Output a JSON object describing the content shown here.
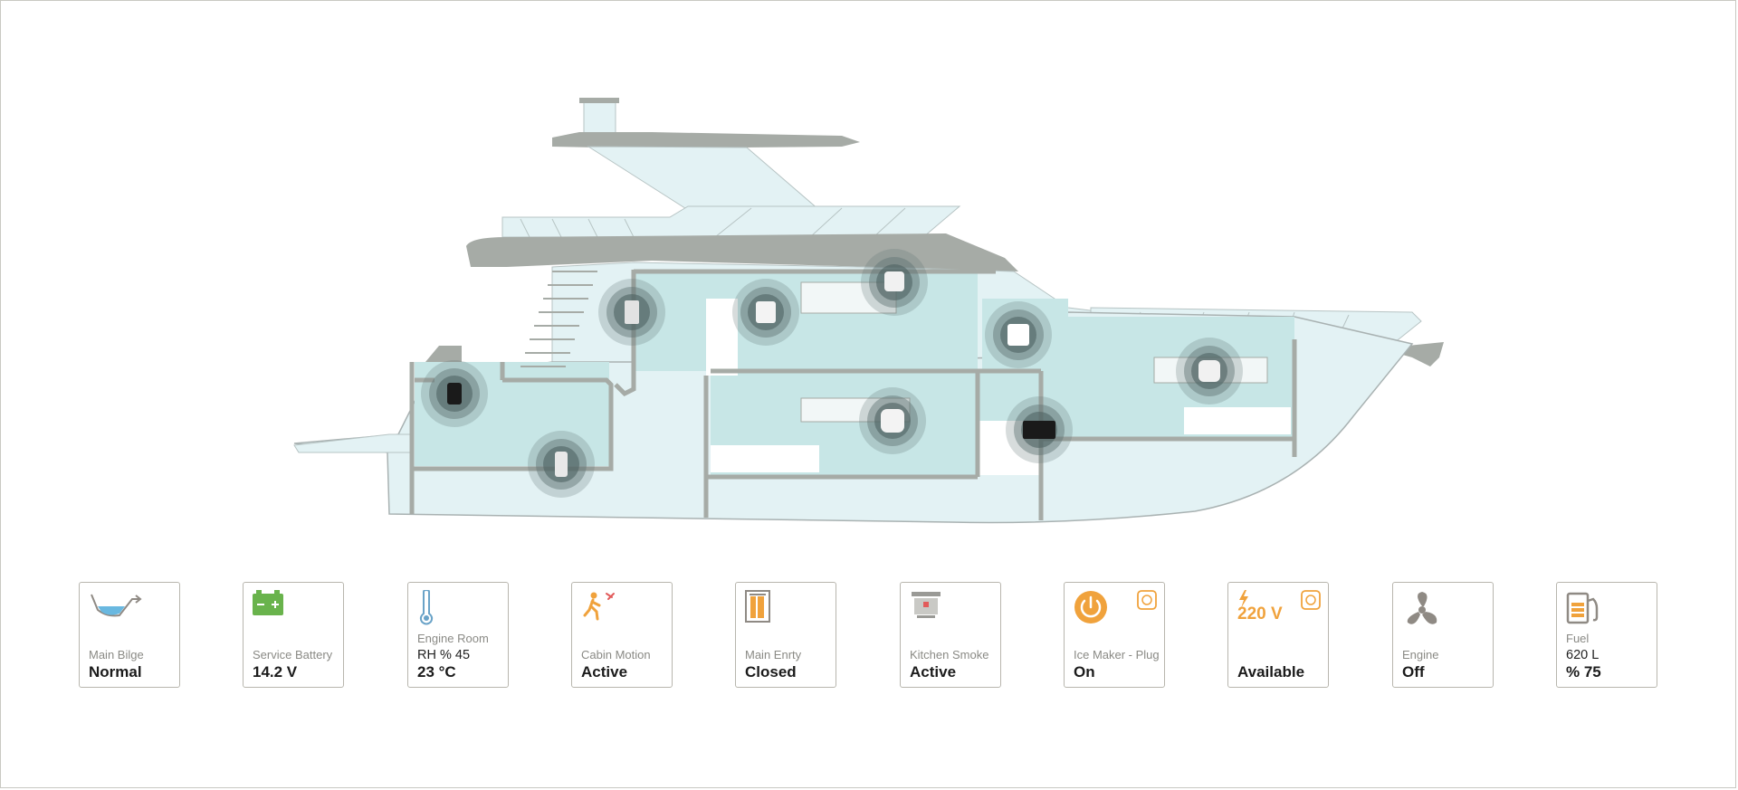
{
  "colors": {
    "hull_fill": "#e3f2f4",
    "room_fill": "#c7e6e6",
    "wall": "#a6aba6",
    "sensor_halo": "#5f7373",
    "accent_orange": "#f0a23c",
    "battery_green": "#69b34c",
    "bilge_blue": "#69b8e0",
    "icon_gray": "#8f8a84",
    "card_border": "#b8b6ae"
  },
  "sensors": [
    {
      "name": "bilge-sensor-device",
      "icon": "phone-device-icon"
    },
    {
      "name": "battery-monitor-device",
      "icon": "phone-device-icon"
    },
    {
      "name": "door-sensor-device",
      "icon": "door-contact-icon"
    },
    {
      "name": "smart-plug-device",
      "icon": "socket-icon"
    },
    {
      "name": "smoke-detector-device",
      "icon": "smoke-detector-icon"
    },
    {
      "name": "motion-sensor-device",
      "icon": "motion-sensor-icon"
    },
    {
      "name": "climate-sensor-device",
      "icon": "humidity-sensor-icon"
    },
    {
      "name": "engine-controller-device",
      "icon": "controller-board-icon"
    },
    {
      "name": "cabin-sensor-device",
      "icon": "ceiling-sensor-icon"
    }
  ],
  "cards": [
    {
      "label": "Main Bilge",
      "value": "Normal",
      "icon": "bilge-icon"
    },
    {
      "label": "Service Battery",
      "value": "14.2 V",
      "icon": "battery-icon"
    },
    {
      "label": "Engine Room",
      "extra": "RH % 45",
      "value": "23 °C",
      "icon": "thermometer-icon"
    },
    {
      "label": "Cabin Motion",
      "value": "Active",
      "icon": "walking-person-icon"
    },
    {
      "label": "Main Enrty",
      "value": "Closed",
      "icon": "door-icon"
    },
    {
      "label": "Kitchen Smoke",
      "value": "Active",
      "icon": "smoke-detector-icon"
    },
    {
      "label": "Ice Maker - Plug",
      "value": "On",
      "icon": "power-icon",
      "badge": "socket-icon"
    },
    {
      "title": "220 V",
      "value": "Available",
      "icon": "bolt-icon",
      "badge": "socket-icon"
    },
    {
      "label": "Engine",
      "value": "Off",
      "icon": "fan-icon"
    },
    {
      "label": "Fuel",
      "extra": "620 L",
      "value": "% 75",
      "icon": "fuel-pump-icon"
    }
  ]
}
